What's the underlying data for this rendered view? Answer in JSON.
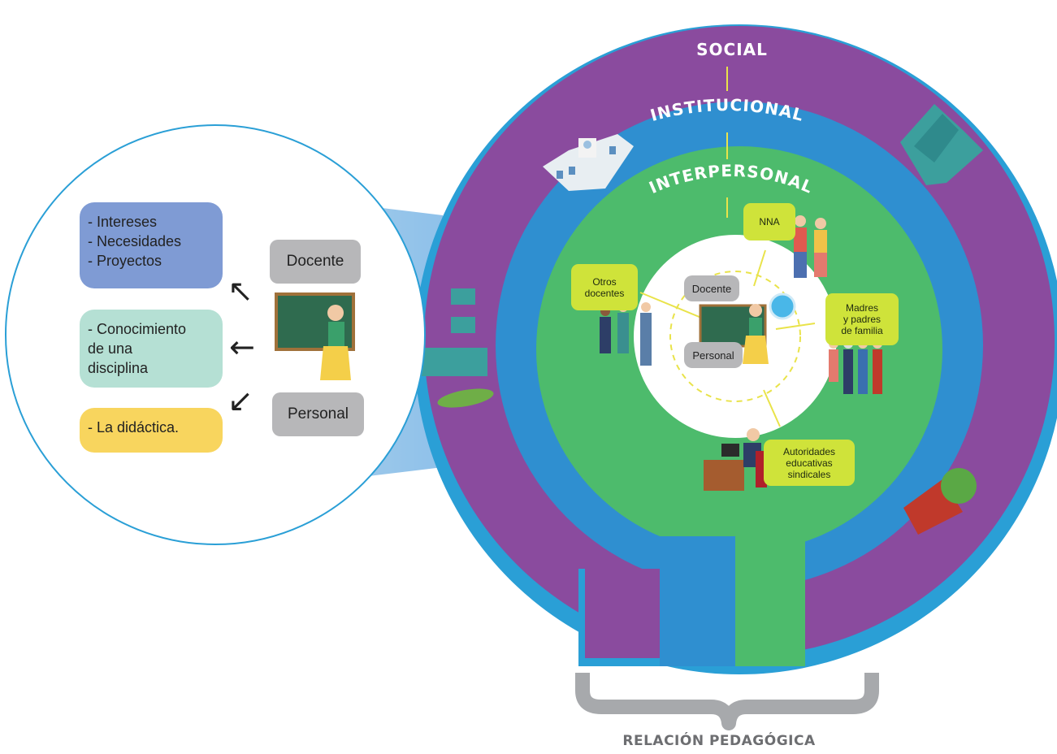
{
  "rings": {
    "social": "SOCIAL",
    "institucional": "INSTITUCIONAL",
    "interpersonal": "INTERPERSONAL"
  },
  "zoom": {
    "cards": [
      "- Intereses\n- Necesidades\n- Proyectos",
      "- Conocimiento\n  de una\n  disciplina",
      "- La didáctica."
    ],
    "docente_label": "Docente",
    "personal_label": "Personal"
  },
  "center": {
    "docente_label": "Docente",
    "personal_label": "Personal"
  },
  "actors": {
    "nna": "NNA",
    "otros_docentes": "Otros\ndocentes",
    "madres_padres": "Madres\ny padres\nde familia",
    "autoridades": "Autoridades\neducativas\nsindicales"
  },
  "footer": {
    "title": "RELACIÓN PEDAGÓGICA"
  },
  "colors": {
    "outer_blue": "#2a9fd6",
    "purple": "#8a4b9e",
    "mid_blue": "#2f8fd0",
    "green": "#4dbb6c",
    "tag_green": "#cfe33a",
    "card_blue": "#7f9bd4",
    "card_mint": "#b5e0d4",
    "card_yellow": "#f8d55e",
    "arrow_yellow": "#e9e34a"
  }
}
